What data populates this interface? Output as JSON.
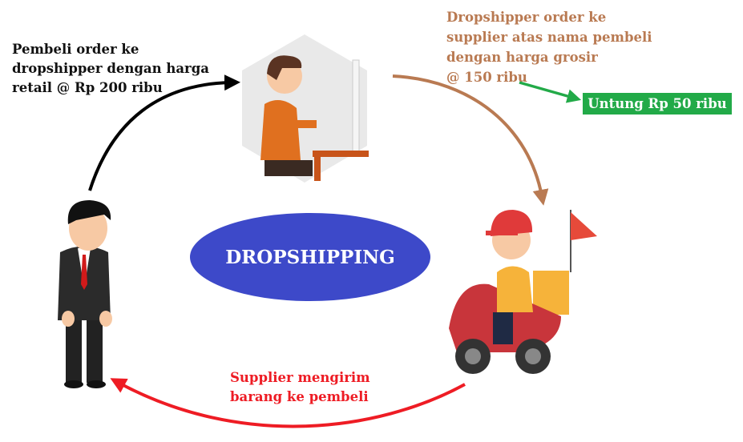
{
  "buyer_text": [
    "Pembeli order ke",
    "dropshipper dengan harga",
    "retail @ Rp 200 ribu"
  ],
  "dropshipper_text": [
    "Dropshipper order ke",
    "supplier atas nama pembeli",
    "dengan harga grosir",
    "@ 150 ribu"
  ],
  "profit_label": "Untung Rp 50 ribu",
  "center_label": "DROPSHIPPING",
  "supplier_text": [
    "Supplier mengirim",
    "barang ke pembeli"
  ],
  "colors": {
    "buyer_arrow": "#000000",
    "dropshipper": "#b97a52",
    "profit": "#22aa48",
    "center": "#3d49c9",
    "supplier": "#ee1c24"
  }
}
